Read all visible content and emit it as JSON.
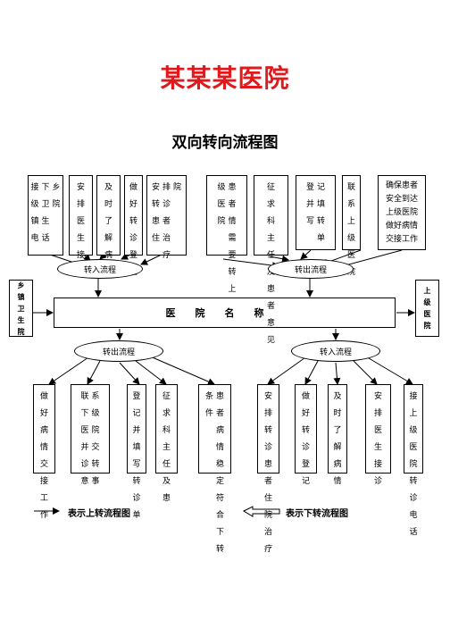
{
  "title": "某某某医院",
  "subtitle": "双向转向流程图",
  "top_boxes": [
    {
      "cols": [
        "接级镇电",
        "下卫生话",
        "乡院"
      ]
    },
    {
      "cols": [
        "安排医生接诊"
      ]
    },
    {
      "cols": [
        "及时了解病情"
      ]
    },
    {
      "cols": [
        "做好转诊登记"
      ]
    },
    {
      "cols": [
        "安转患住",
        "排诊者治疗",
        "院"
      ]
    },
    {
      "cols": [
        "级医院",
        "患者情需要转上"
      ]
    },
    {
      "cols": [
        "征求科主任及患者意见"
      ]
    },
    {
      "cols": [
        "登并写",
        "记填转单"
      ]
    },
    {
      "cols": [
        "联系上级医院"
      ]
    },
    {
      "lines": [
        "确保患者",
        "安全到达",
        "上级医院",
        "做好病情",
        "交接工作"
      ]
    }
  ],
  "upper_ovals": {
    "left": "转入流程",
    "right": "转出流程"
  },
  "side_left": "乡镇卫生院",
  "side_right": "上级医院",
  "hospital_name": "医院名称",
  "lower_ovals": {
    "left": "转出流程",
    "right": "转入流程"
  },
  "bottom_boxes": [
    {
      "cols": [
        "做好病情交接工作"
      ]
    },
    {
      "cols": [
        "联下医并诊意",
        "系级院交转事"
      ]
    },
    {
      "cols": [
        "登记并填写转诊单"
      ]
    },
    {
      "cols": [
        "征求科主任及患"
      ]
    },
    {
      "cols": [
        "条件",
        "患者病情稳定符合下转"
      ]
    },
    {
      "cols": [
        "安排转诊患者住院治疗"
      ]
    },
    {
      "cols": [
        "做好转诊登记"
      ]
    },
    {
      "cols": [
        "及时了解病情"
      ]
    },
    {
      "cols": [
        "安排医生接诊"
      ]
    },
    {
      "cols": [
        "接上级医院转诊电话"
      ]
    }
  ],
  "legend": {
    "up": "表示上转流程图",
    "down": "表示下转流程图"
  }
}
